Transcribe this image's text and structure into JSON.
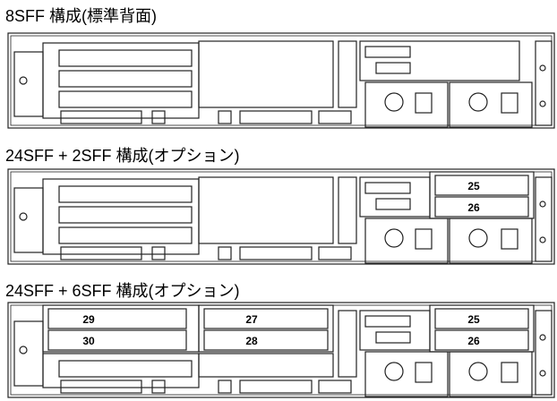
{
  "configs": [
    {
      "title": "8SFF 構成(標準背面)"
    },
    {
      "title": "24SFF + 2SFF 構成(オプション)",
      "bays": [
        "25",
        "26"
      ]
    },
    {
      "title": "24SFF + 6SFF 構成(オプション)",
      "bays": [
        "29",
        "30",
        "27",
        "28",
        "25",
        "26"
      ]
    }
  ]
}
